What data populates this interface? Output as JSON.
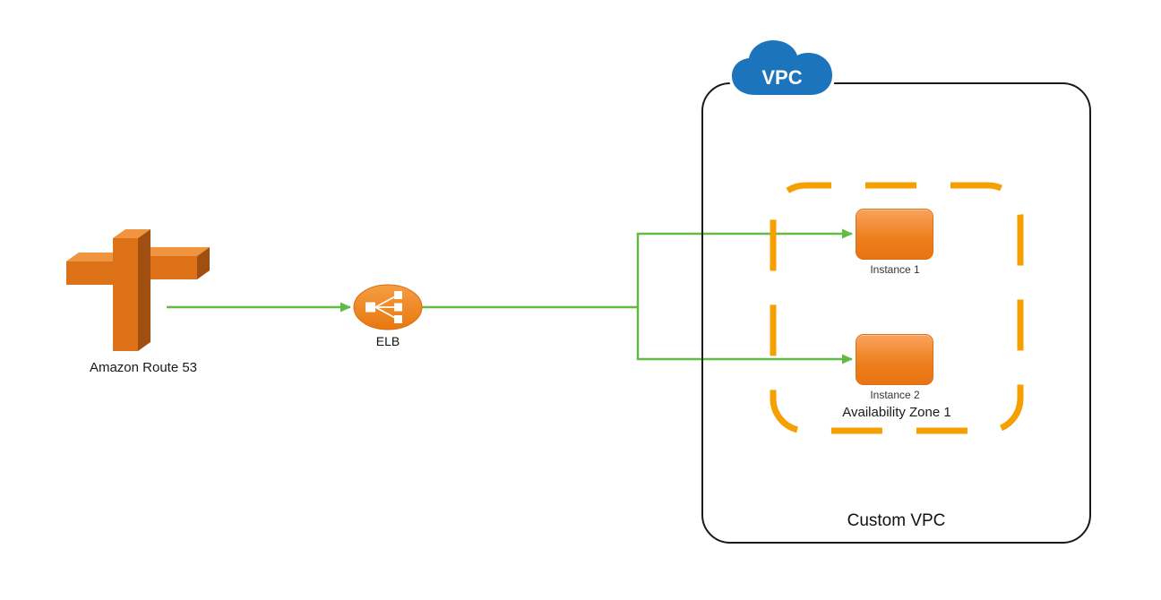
{
  "diagram": {
    "nodes": {
      "route53": {
        "label": "Amazon Route 53"
      },
      "elb": {
        "label": "ELB"
      },
      "vpc_cloud": {
        "label": "VPC"
      },
      "vpc": {
        "label": "Custom VPC"
      },
      "availability_zone": {
        "label": "Availability Zone 1"
      },
      "instance1": {
        "label": "Instance 1"
      },
      "instance2": {
        "label": "Instance 2"
      }
    },
    "edges": [
      {
        "from": "Amazon Route 53",
        "to": "ELB"
      },
      {
        "from": "ELB",
        "to": "Instance 1"
      },
      {
        "from": "ELB",
        "to": "Instance 2"
      }
    ],
    "colors": {
      "aws_orange": "#EE7E1C",
      "route53_front": "#DD7118",
      "route53_side": "#A14F10",
      "route53_top": "#F0943F",
      "arrow_green": "#62BB46",
      "vpc_cloud_blue": "#1C75BC",
      "az_border_orange": "#F5A000",
      "vpc_border_black": "#1A1A1A"
    }
  }
}
